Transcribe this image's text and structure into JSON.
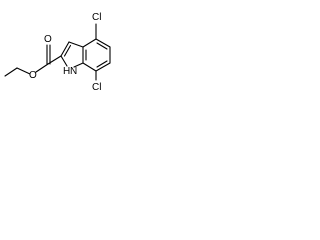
{
  "molecule": {
    "atoms": {
      "cl_top": "Cl",
      "cl_bottom": "Cl",
      "carbonyl_o": "O",
      "ester_o": "O",
      "nh": "H",
      "nh_n": "N"
    }
  },
  "colors": {
    "bond": "#000000",
    "label": "#000000",
    "background": "#ffffff"
  }
}
